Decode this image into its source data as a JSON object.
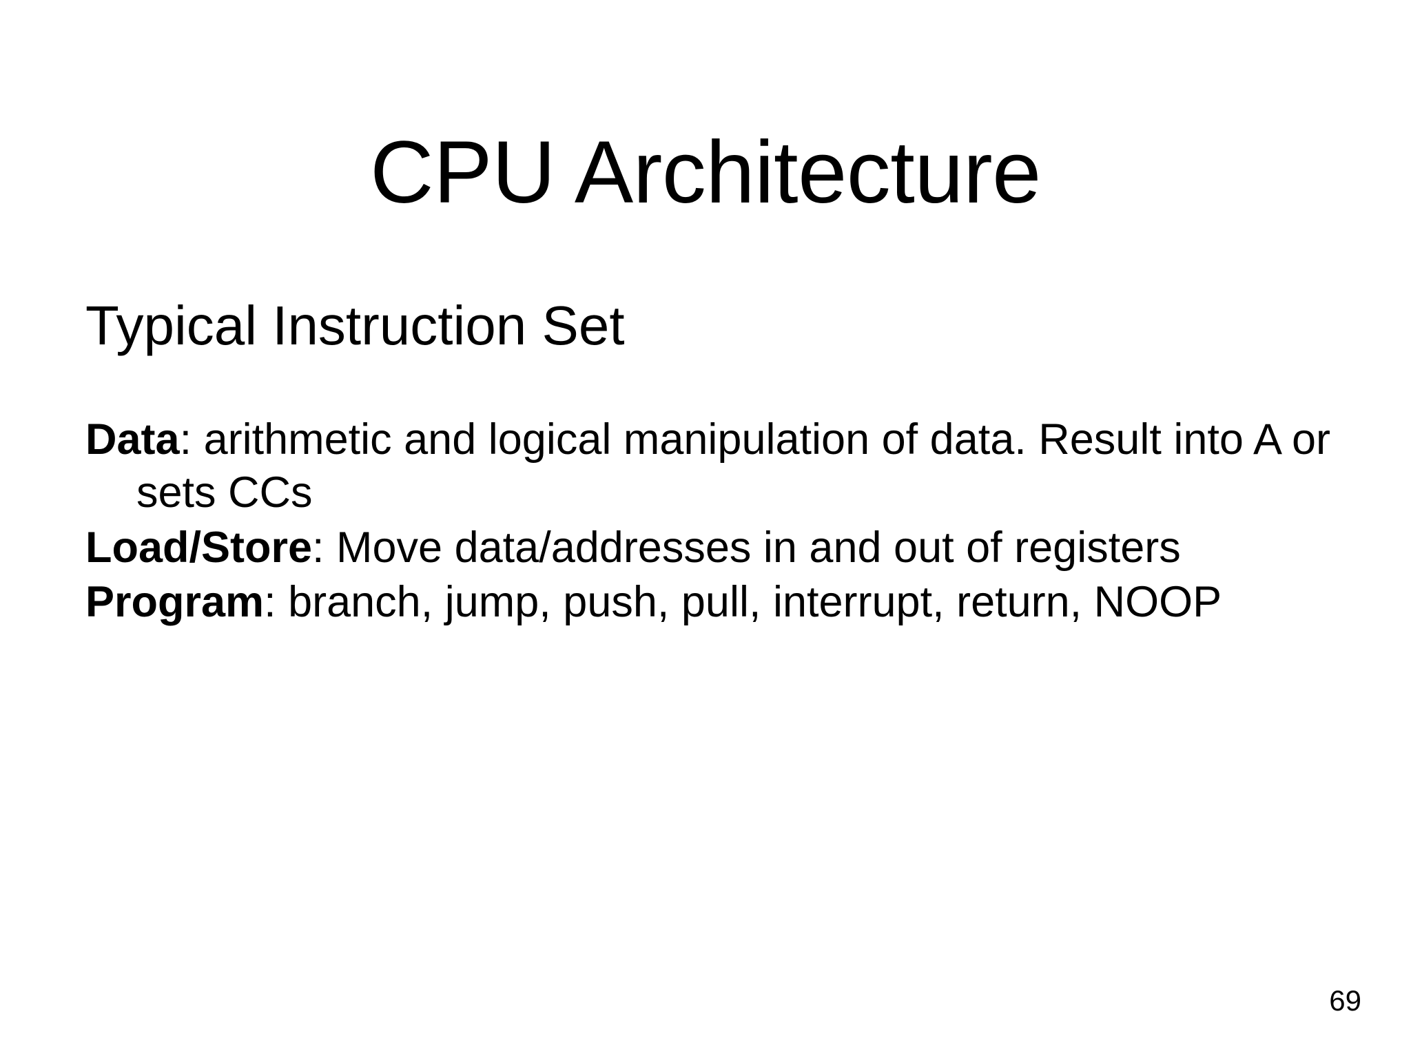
{
  "slide": {
    "title": "CPU Architecture",
    "subtitle": "Typical Instruction Set",
    "page_number": "69",
    "background_color": "#ffffff",
    "text_color": "#000000",
    "body": [
      {
        "lead": "Data",
        "rest": ": arithmetic and logical manipulation of data. Result into A  or sets CCs"
      },
      {
        "lead": "Load/Store",
        "rest": ": Move data/addresses in and out of registers"
      },
      {
        "lead": "Program",
        "rest": ": branch, jump, push, pull, interrupt, return, NOOP"
      }
    ]
  }
}
